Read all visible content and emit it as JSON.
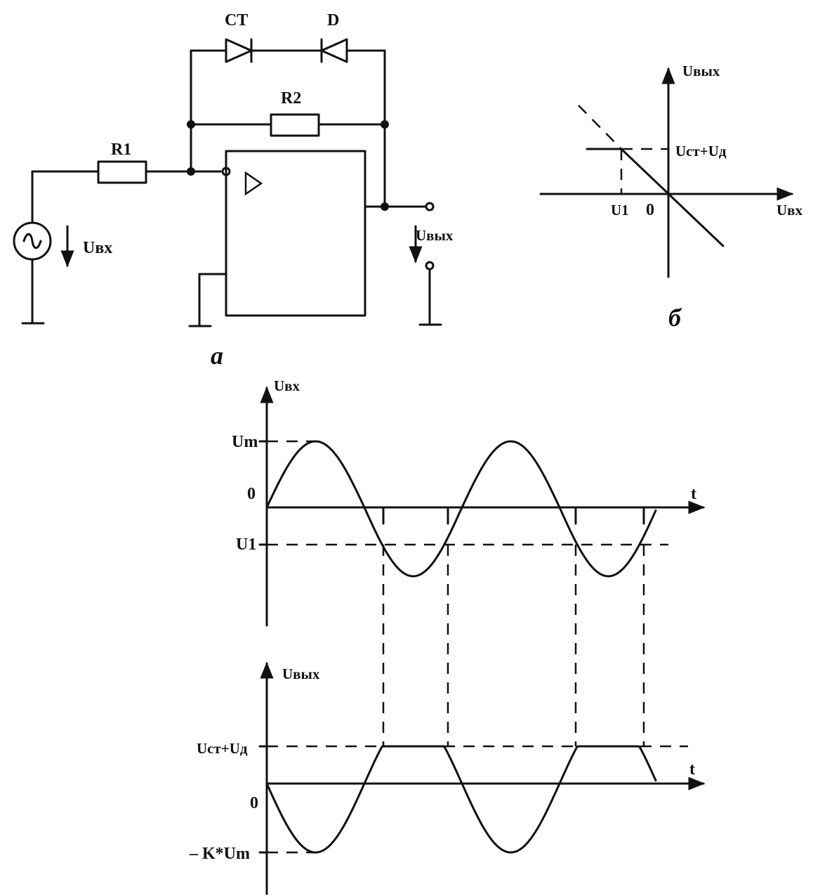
{
  "labels": {
    "diode_ct": "CT",
    "diode_d": "D",
    "r2": "R2",
    "r1": "R1",
    "u_in_circuit": "Uвх",
    "u_out_circuit": "Uвых",
    "caption_a": "а",
    "caption_b": "б"
  },
  "transfer": {
    "y_axis": "Uвых",
    "x_axis": "Uвх",
    "level": "Uст+Uд",
    "u1": "U1",
    "origin": "0"
  },
  "input_plot": {
    "y_axis": "Uвх",
    "t_axis": "t",
    "um": "Um",
    "zero": "0",
    "u1": "U1"
  },
  "output_plot": {
    "y_axis": "Uвых",
    "t_axis": "t",
    "level": "Uст+Uд",
    "zero": "0",
    "neg": "– K*Um"
  }
}
